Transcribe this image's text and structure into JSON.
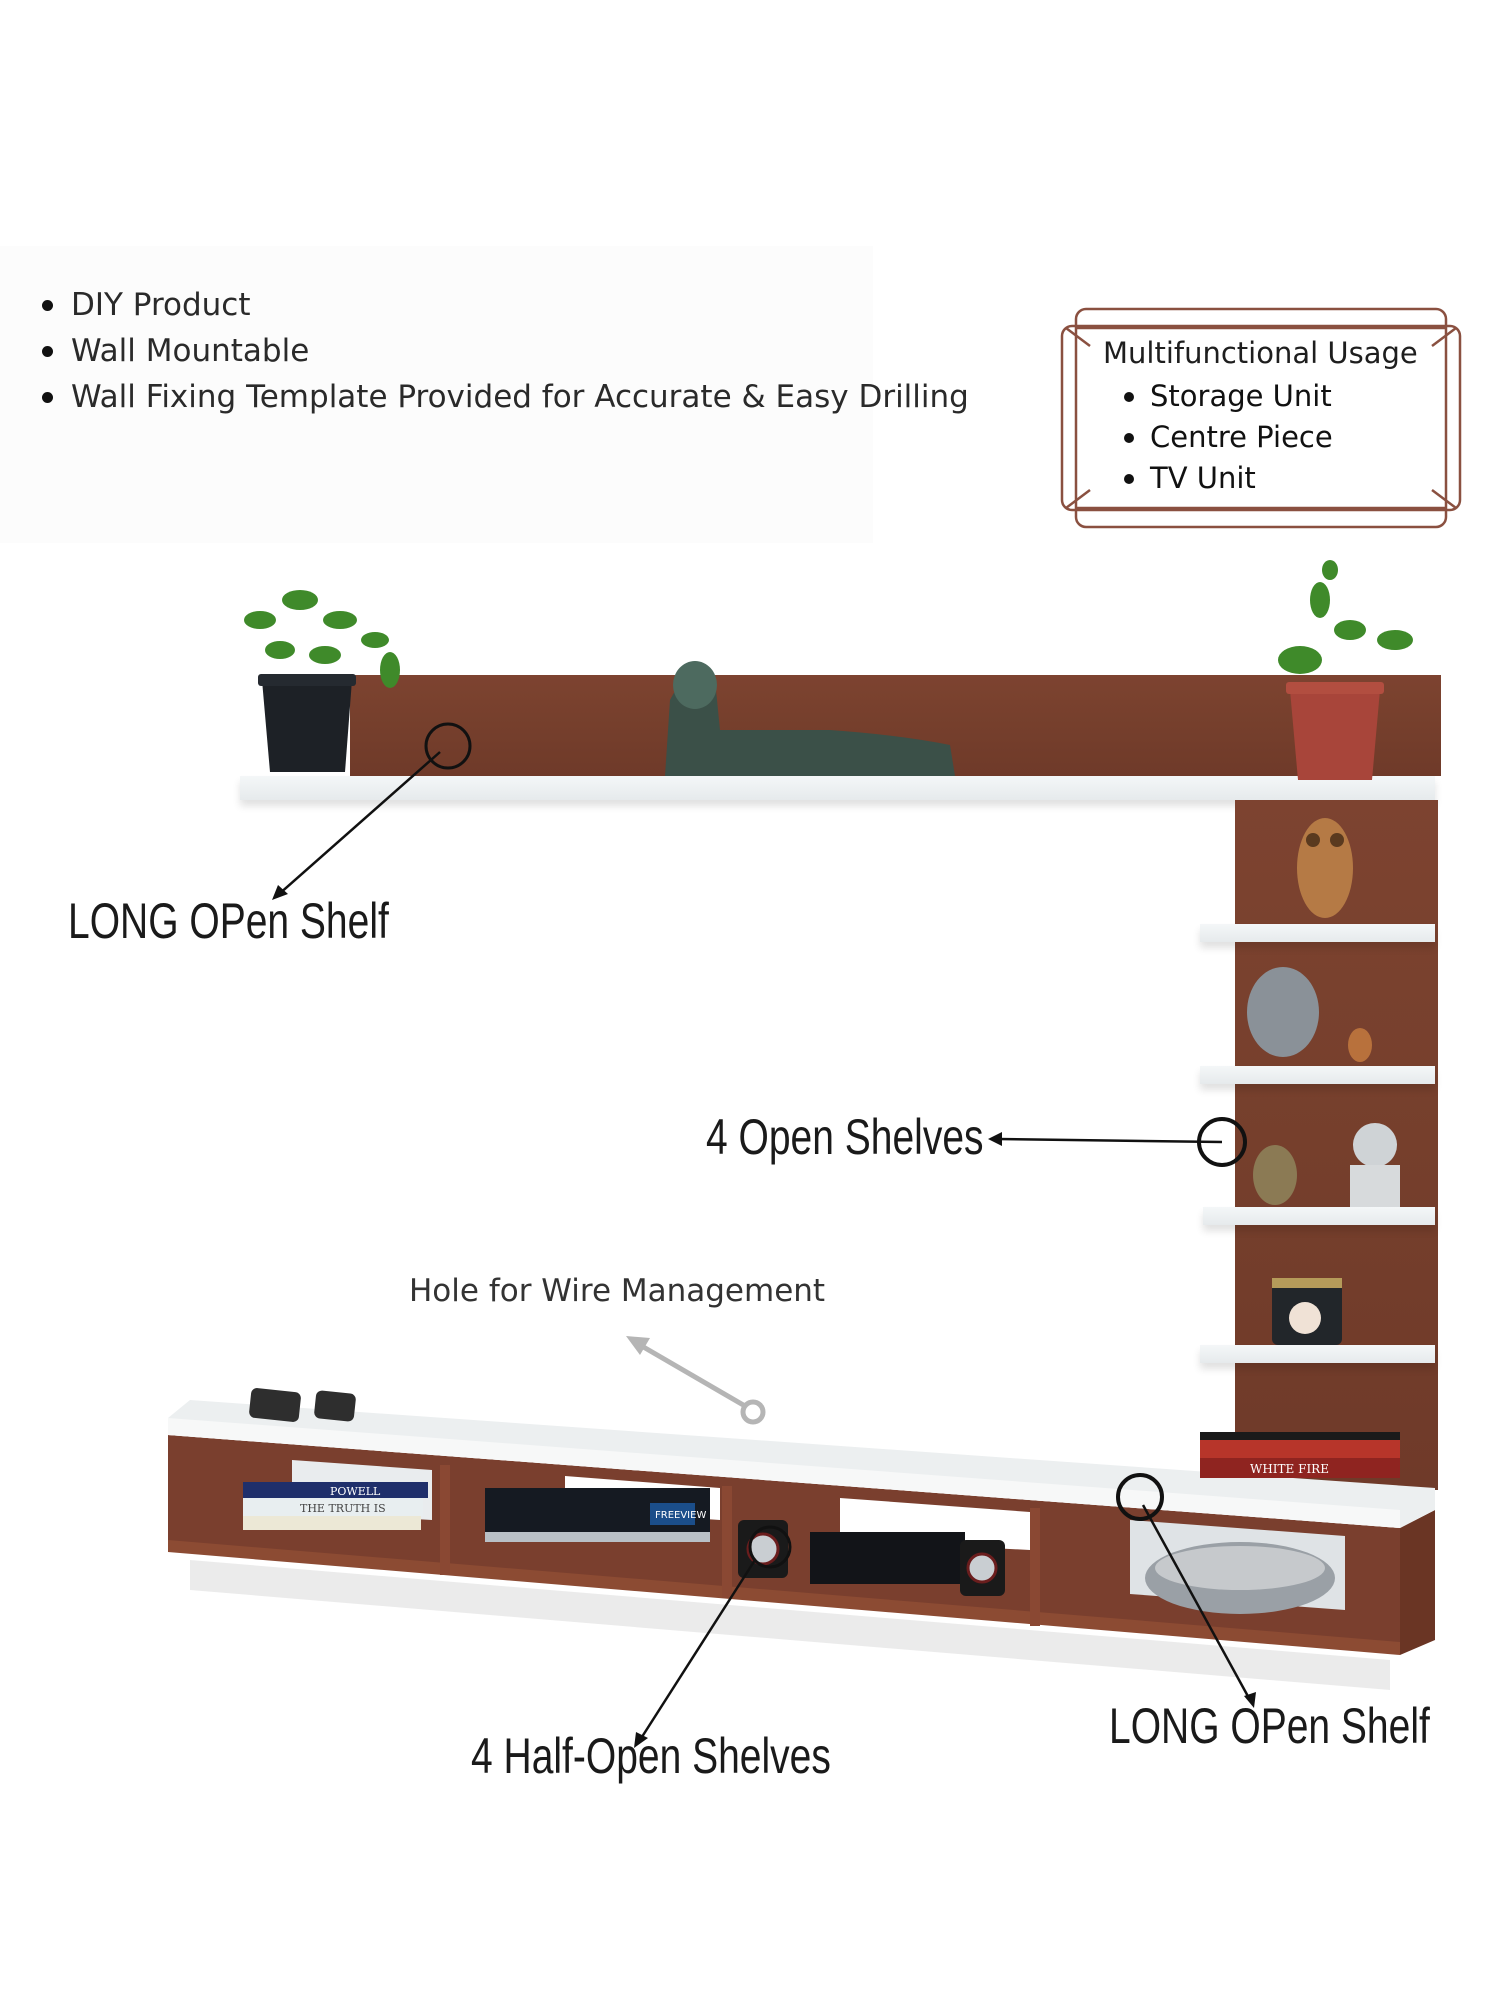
{
  "features": {
    "items": [
      "DIY Product",
      "Wall Mountable",
      "Wall Fixing Template Provided for Accurate & Easy Drilling"
    ]
  },
  "usage_box": {
    "title": "Multifunctional Usage",
    "items": [
      "Storage Unit",
      "Centre Piece",
      "TV Unit"
    ],
    "border_color": "#8a5040"
  },
  "callouts": {
    "top_long_shelf": "LONG OPen Shelf",
    "open_shelves": "4 Open Shelves",
    "wire_hole": "Hole for Wire Management",
    "half_open_shelves": "4 Half-Open Shelves",
    "bottom_long_shelf": "LONG OPen Shelf"
  },
  "colors": {
    "wood": "#7a3f2e",
    "shelf_white": "#eef1f2",
    "annotation_black": "#111111",
    "annotation_grey": "#b5b5b5"
  },
  "decor": {
    "books_left": [
      "POWELL",
      "THE TRUTH IS"
    ],
    "set_top_box": "FREEVIEW",
    "books_right": [
      "WHITE FIRE"
    ]
  }
}
